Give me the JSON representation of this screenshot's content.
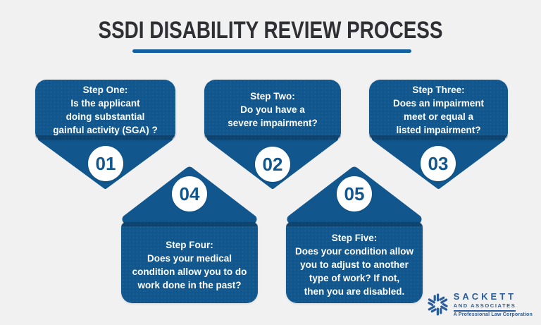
{
  "page": {
    "background_color": "#f1f1f2"
  },
  "theme": {
    "shape_blue": "#11578d",
    "shadow_band": "#0b4271",
    "underline_blue": "#13629f",
    "title_color": "#2f3033",
    "circle_fill": "#ffffff",
    "number_color": "#11578d",
    "logo_blue": "#2b5c99"
  },
  "header": {
    "title": "SSDI DISABILITY REVIEW PROCESS"
  },
  "steps": [
    {
      "number": "01",
      "label": "Step One:",
      "lines": [
        "Is the applicant",
        "doing substantial",
        "gainful activity (SGA) ?"
      ],
      "direction": "pointer-down"
    },
    {
      "number": "02",
      "label": "Step Two:",
      "lines": [
        "Do you have a",
        "severe impairment?"
      ],
      "direction": "pointer-down"
    },
    {
      "number": "03",
      "label": "Step Three:",
      "lines": [
        "Does an impairment",
        "meet or equal a",
        "listed impairment?"
      ],
      "direction": "pointer-down"
    },
    {
      "number": "04",
      "label": "Step Four:",
      "lines": [
        "Does your medical",
        "condition allow you to do",
        "work done in the past?"
      ],
      "direction": "pointer-up"
    },
    {
      "number": "05",
      "label": "Step Five:",
      "lines": [
        "Does your condition allow",
        "you to adjust to another",
        "type of work? If not,",
        "then you are disabled."
      ],
      "direction": "pointer-up"
    }
  ],
  "logo": {
    "name": "SACKETT",
    "subtitle": "AND ASSOCIATES",
    "tagline": "A Professional Law Corporation",
    "icon": "pinwheel-icon"
  }
}
